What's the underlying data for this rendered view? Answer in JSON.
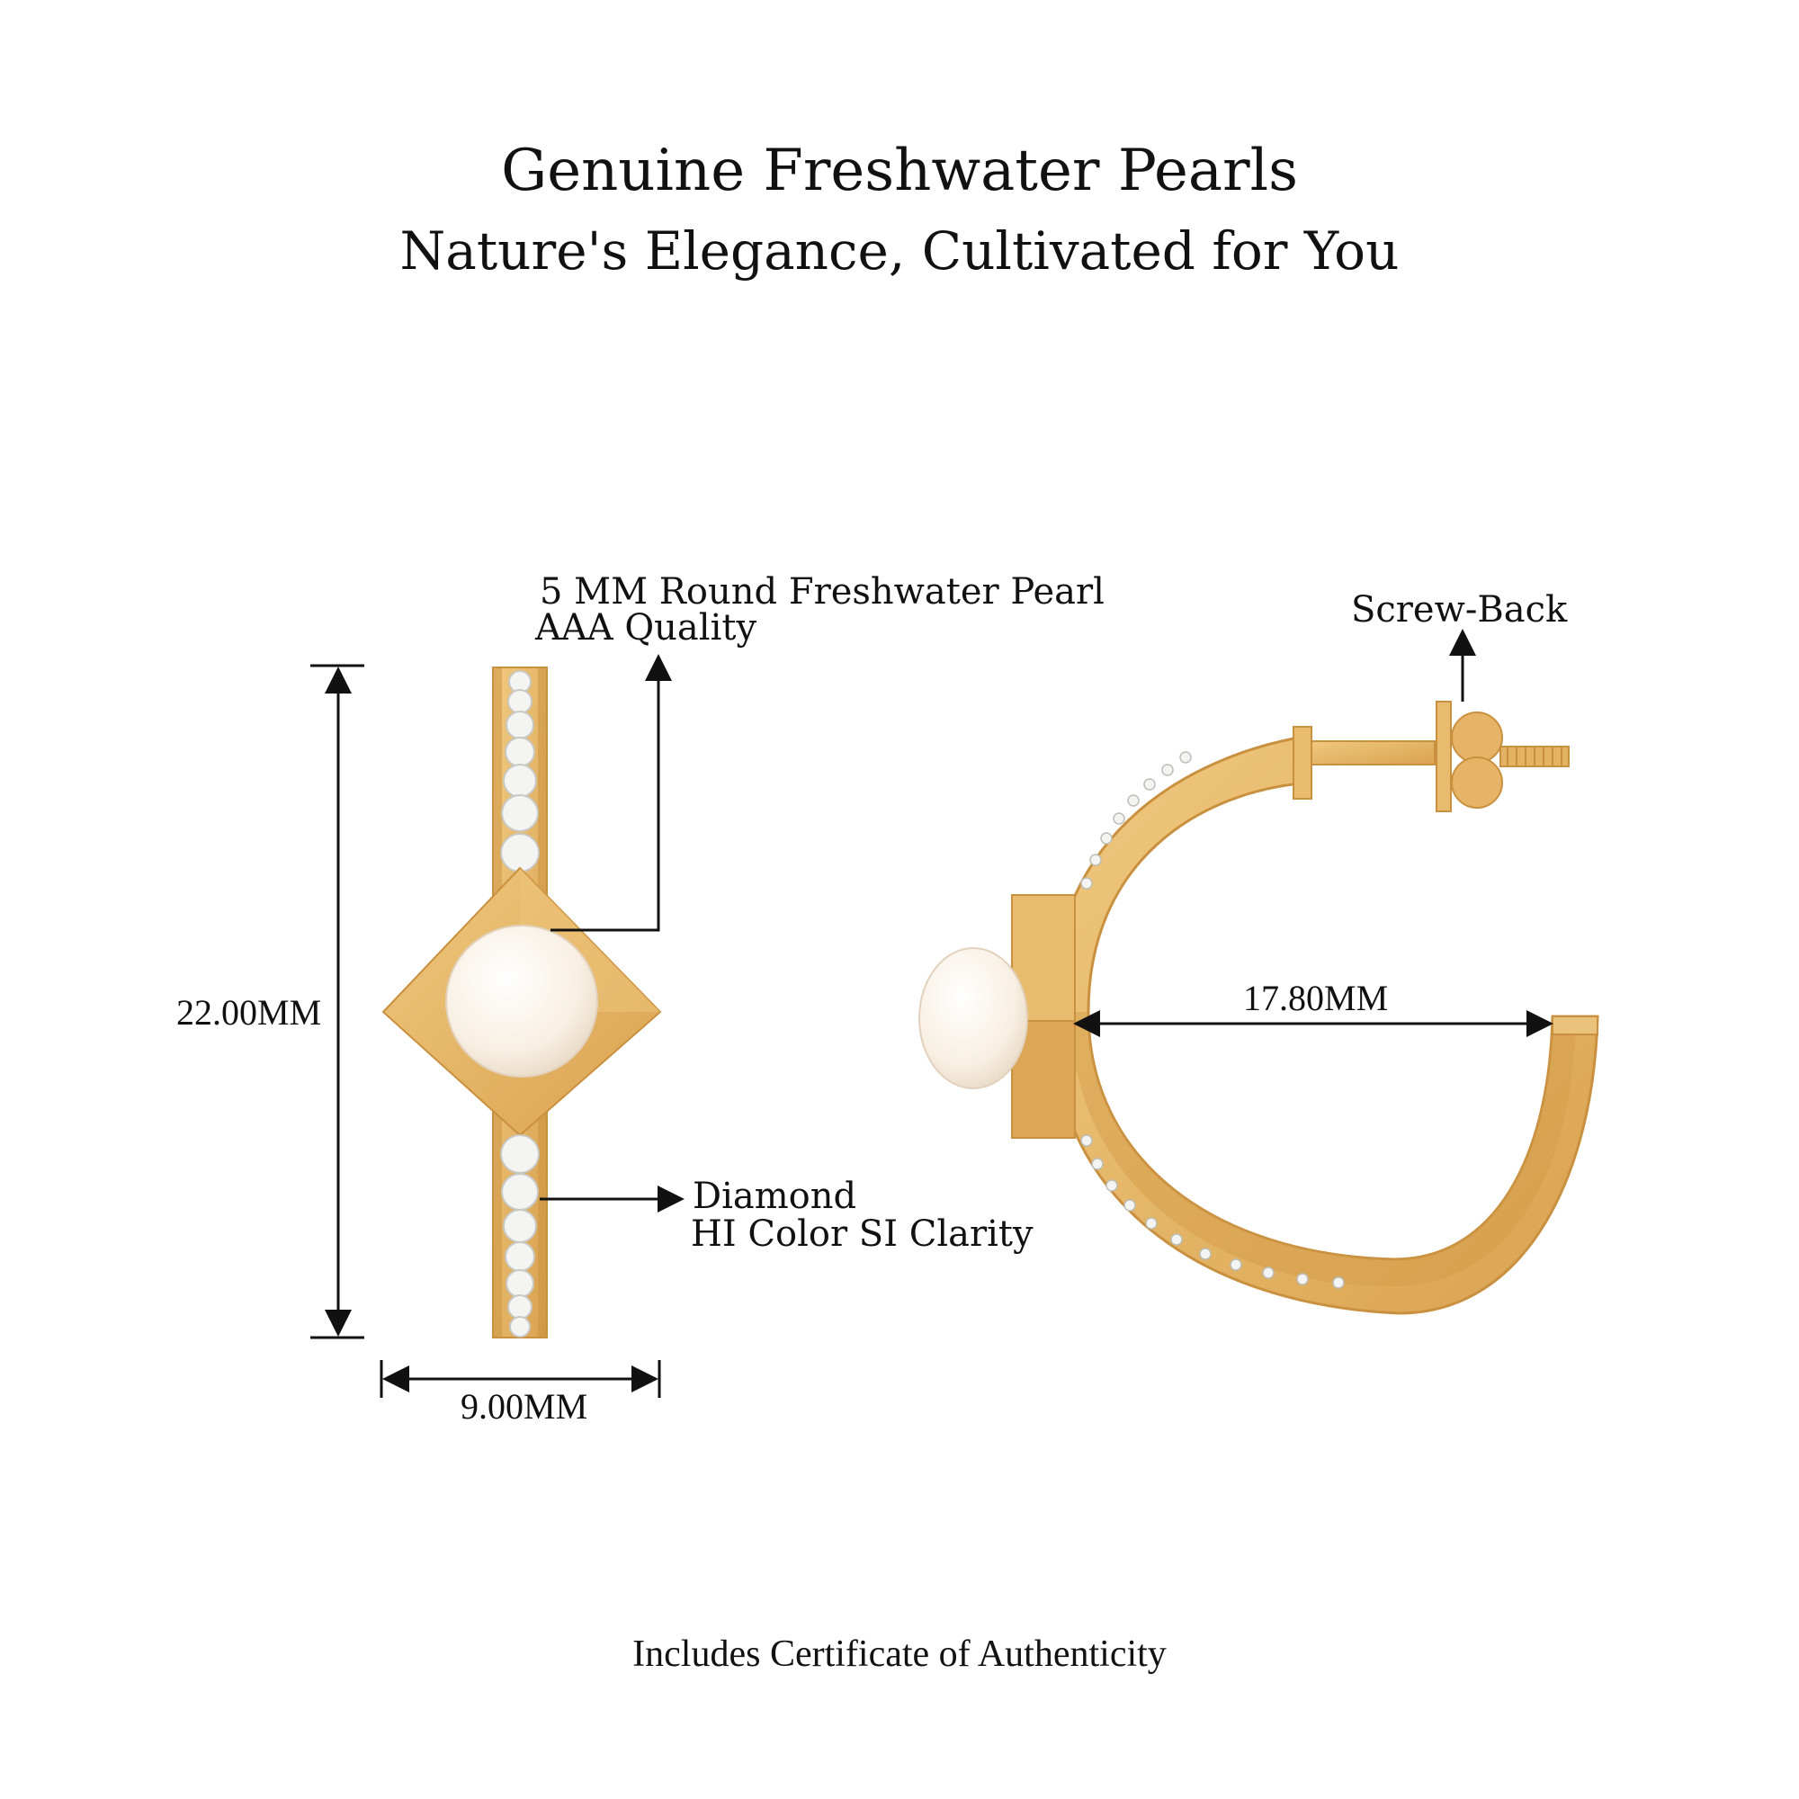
{
  "header": {
    "title": "Genuine Freshwater Pearls",
    "subtitle": "Nature's Elegance, Cultivated for You"
  },
  "callouts": {
    "pearl_line1": "5 MM Round Freshwater Pearl",
    "pearl_line2": "AAA Quality",
    "screw_back": "Screw-Back",
    "diamond_line1": "Diamond",
    "diamond_line2": "HI Color SI Clarity"
  },
  "dimensions": {
    "height": "22.00MM",
    "width": "9.00MM",
    "diameter": "17.80MM"
  },
  "footer": {
    "note": "Includes Certificate of Authenticity"
  },
  "colors": {
    "gold": "#e3b263",
    "gold_dark": "#c9913f",
    "gold_light": "#f2cf8c",
    "pearl": "#fbf4ea",
    "diamond": "#f4f4f2",
    "ink": "#111111"
  },
  "icons": {
    "front_view": "earring-front-view-icon",
    "side_view": "earring-side-view-icon"
  }
}
